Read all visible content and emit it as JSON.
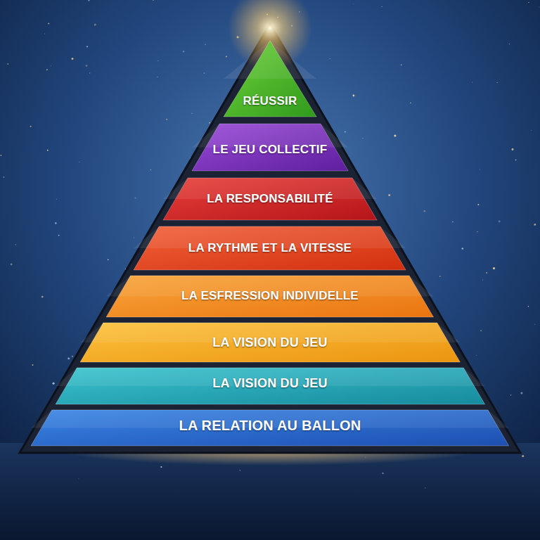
{
  "diagram": {
    "nodes": [
      {
        "text": [
          "RÉUSSIR"
        ]
      },
      {
        "text": [
          "LE JEU COLLECTIF"
        ]
      },
      {
        "text": [
          "LA RESPONSABILITÉ"
        ]
      },
      {
        "text": [
          "LA RYTHME ET LA VITESSE"
        ]
      },
      {
        "text": [
          "LA ESFRESSION INDIVIDELLE"
        ]
      },
      {
        "text": [
          "LA VISION DU JEU"
        ]
      },
      {
        "text": [
          "LA VISION DU JEU"
        ]
      },
      {
        "text": [
          "LA RELATION AU BALLON"
        ]
      }
    ]
  }
}
